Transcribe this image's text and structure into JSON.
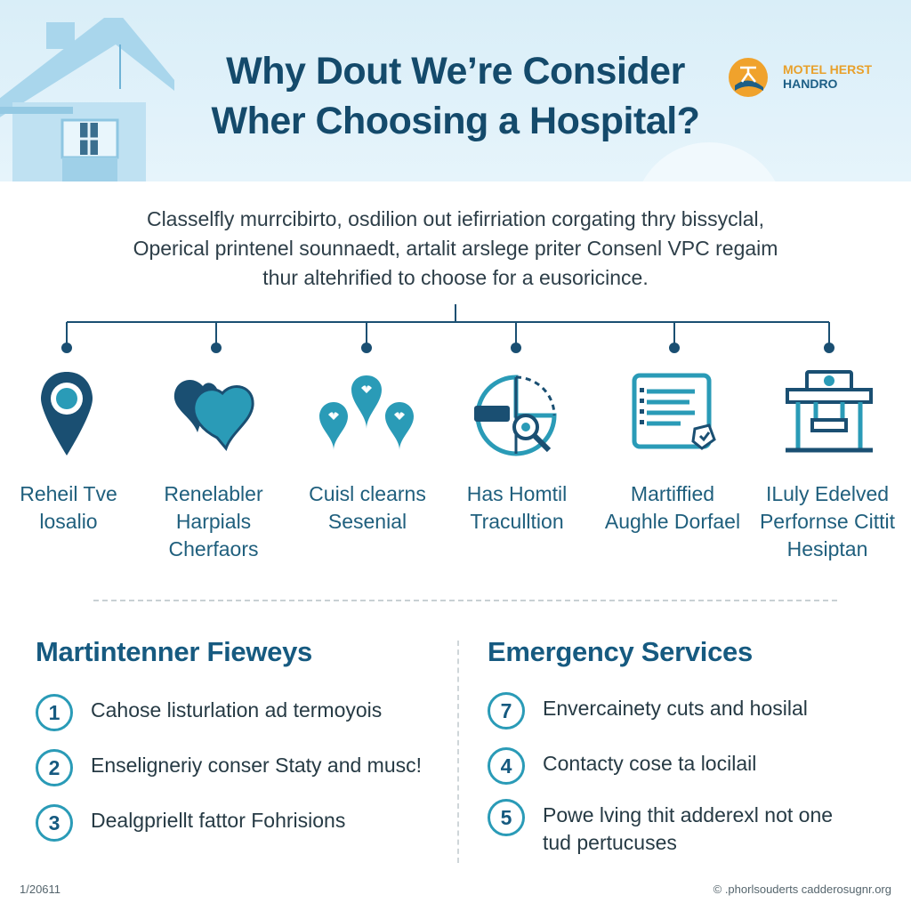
{
  "header": {
    "title_line1": "Why Dout We’re Consider",
    "title_line2": "Wher Choosing a Hospital?",
    "logo_line1": "MOTEL HERST",
    "logo_line2": "HANDRO"
  },
  "intro": {
    "line1": "Classelfly murrcibirto, osdilion out iefirriation corgating thry bissyclal,",
    "line2": "Operical printenel sounnaedt, artalit arslege priter Consenl VPC regaim",
    "line3": "thur altehrified to choose for a eusoricince."
  },
  "factors": [
    {
      "icon": "location-pin-icon",
      "lines": [
        "Reheil Tve",
        "losalio"
      ]
    },
    {
      "icon": "hearts-speech-icon",
      "lines": [
        "Renelabler",
        "Harpials",
        "Cherfaors"
      ]
    },
    {
      "icon": "heart-pins-icon",
      "lines": [
        "Cuisl clearns",
        "Sesenial"
      ]
    },
    {
      "icon": "search-chart-icon",
      "lines": [
        "Has Homtil",
        "Traculltion"
      ]
    },
    {
      "icon": "certificate-document-icon",
      "lines": [
        "Martiffied",
        "Aughle Dorfael"
      ]
    },
    {
      "icon": "hospital-building-icon",
      "lines": [
        "ILuly Edelved",
        "Perfornse Cittit",
        "Hesiptan"
      ]
    }
  ],
  "left_section": {
    "title": "Martintenner Fieweys",
    "items": [
      {
        "number": "1",
        "lines": [
          "Cahose listurlation ad termoyois"
        ]
      },
      {
        "number": "2",
        "lines": [
          "Enseligneriy conser Staty and musc!"
        ]
      },
      {
        "number": "3",
        "lines": [
          "Dealgpriellt fattor Fohrisions"
        ]
      }
    ]
  },
  "right_section": {
    "title": "Emergency Services",
    "items": [
      {
        "number": "7",
        "lines": [
          "Envercainety cuts and hosilal"
        ]
      },
      {
        "number": "4",
        "lines": [
          "Contacty cose ta locilail"
        ]
      },
      {
        "number": "5",
        "lines": [
          "Powe lving thit adderexl not one",
          "tud pertucuses"
        ]
      }
    ]
  },
  "footer": {
    "left": "1/20611",
    "right": "© .phorlsouderts cadderosugnr.org"
  },
  "colors": {
    "header_bg": "#d9eef8",
    "title": "#144a6b",
    "accent": "#2a9bb7",
    "icon_dark": "#1a4f72",
    "logo_orange": "#e8a02b"
  }
}
